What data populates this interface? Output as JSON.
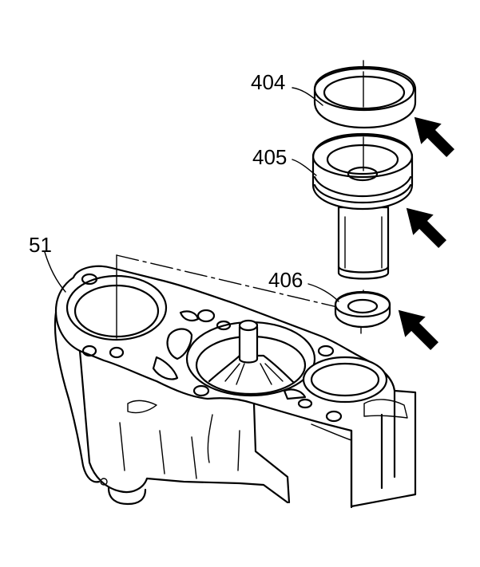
{
  "labels": {
    "part_404": "404",
    "part_405": "405",
    "part_406": "406",
    "part_51": "51"
  }
}
